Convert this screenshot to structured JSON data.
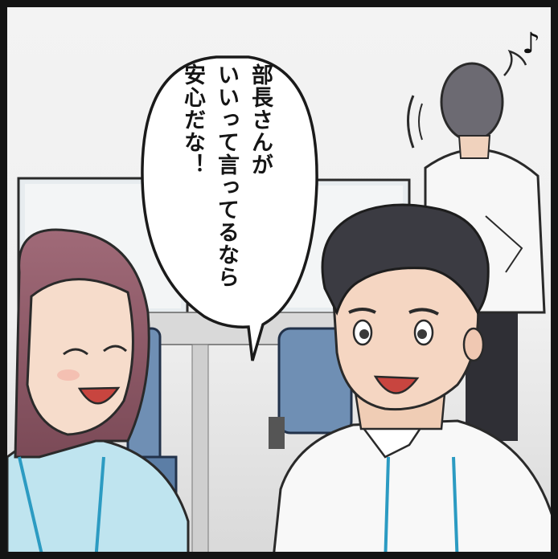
{
  "speech_bubble": {
    "lines": [
      "部長さんが",
      "いいって言ってるなら",
      "安心だな！"
    ]
  },
  "sound_effect": "♪"
}
